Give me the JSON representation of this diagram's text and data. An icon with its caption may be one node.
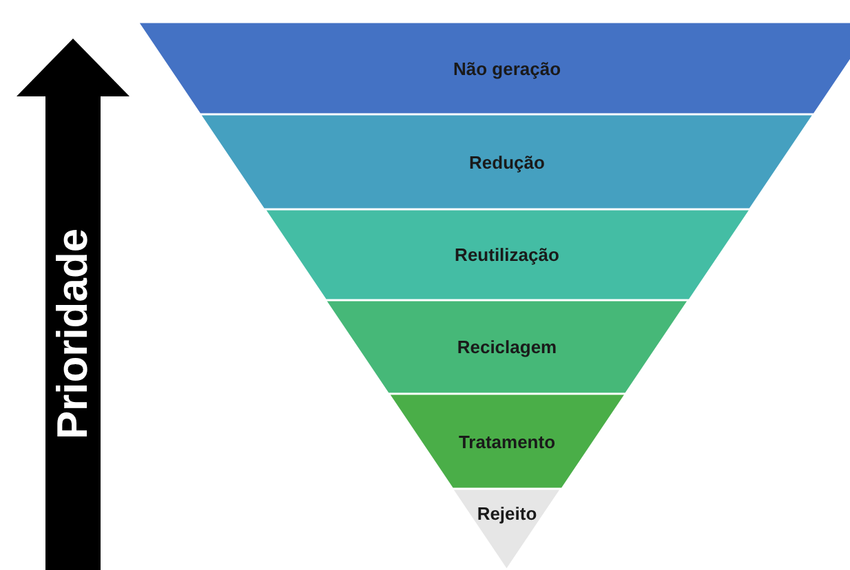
{
  "diagram": {
    "nodes": [
      {
        "text": [
          "Não geração"
        ]
      },
      {
        "text": [
          "Redução"
        ]
      },
      {
        "text": [
          "Reutilização"
        ]
      },
      {
        "text": [
          "Reciclagem"
        ]
      },
      {
        "text": [
          "Tratamento"
        ]
      },
      {
        "text": [
          "Rejeito"
        ]
      }
    ],
    "labels": [
      "Prioridade"
    ]
  }
}
